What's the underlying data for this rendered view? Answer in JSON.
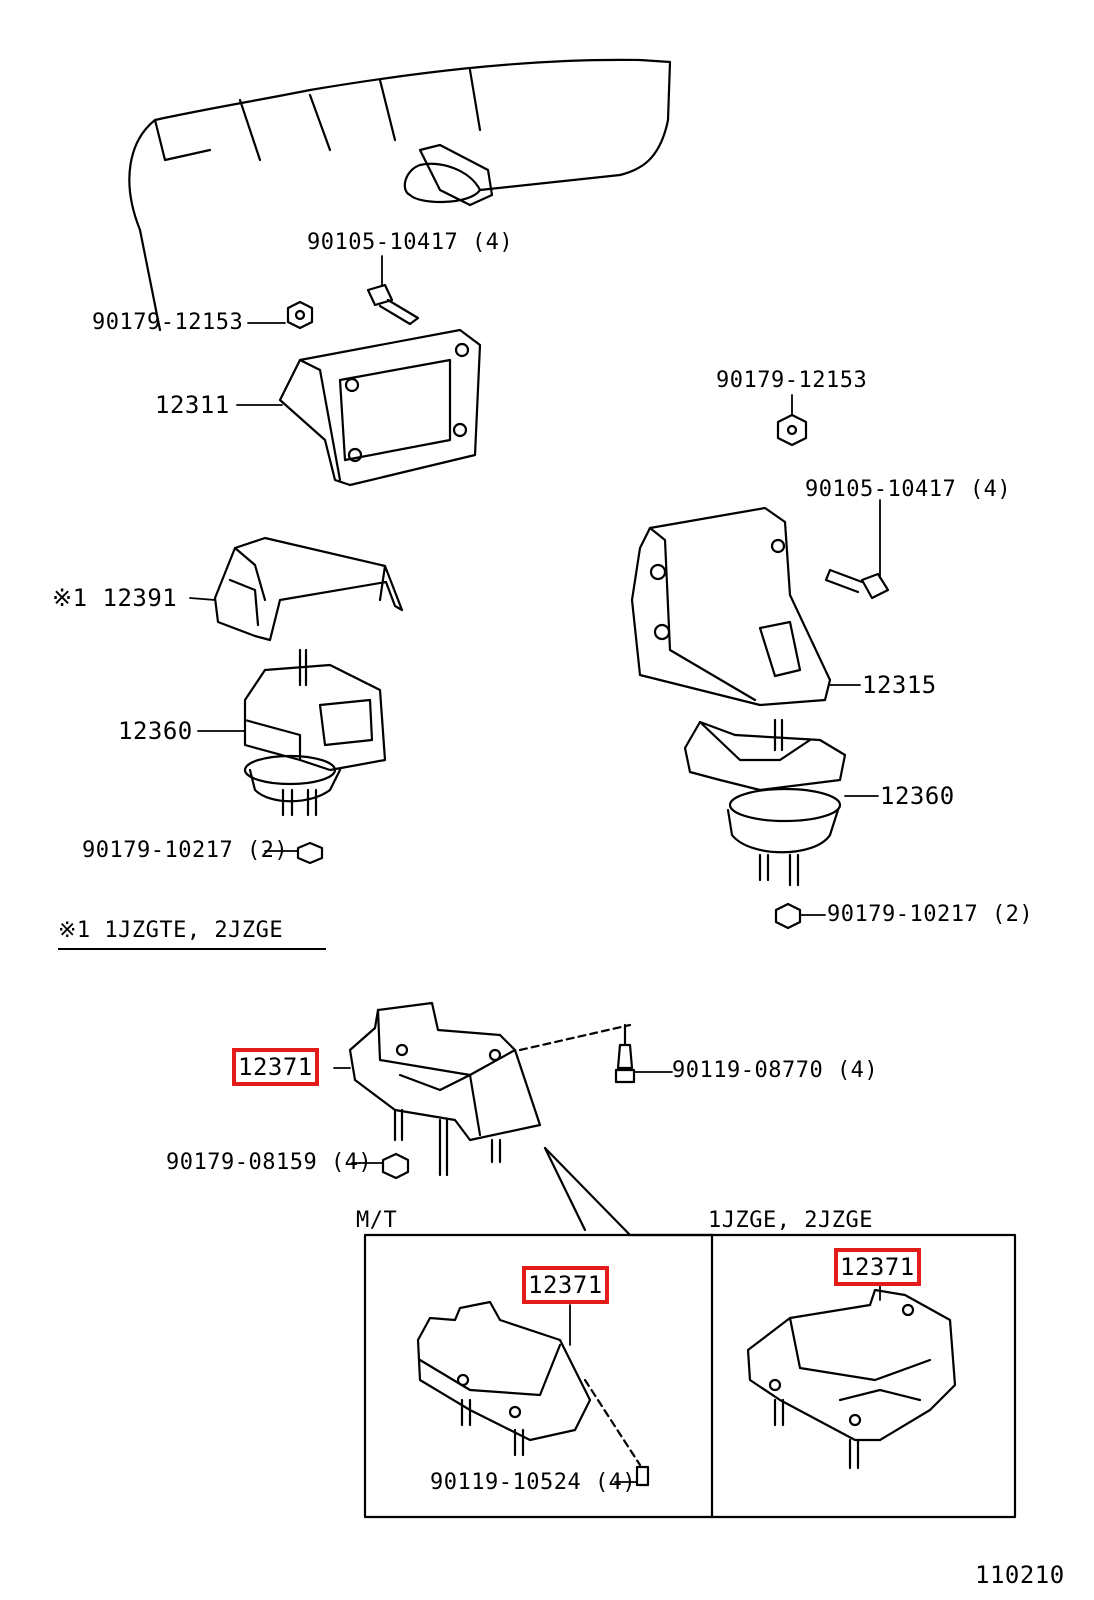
{
  "colors": {
    "highlight": "#e31b1b",
    "line": "#000000",
    "background": "#ffffff"
  },
  "note": {
    "text": "※1 1JZGTE,  2JZGE"
  },
  "figure_number": "110210",
  "parts": {
    "p1": "90105-10417 (4)",
    "p2": "90179-12153",
    "p3": "12311",
    "p4": "90179-12153",
    "p5": "90105-10417 (4)",
    "p6": "※1 12391",
    "p7": "12315",
    "p8": "12360",
    "p9": "12360",
    "p10": "90179-10217 (2)",
    "p11": "90179-10217 (2)",
    "p12": "12371",
    "p13": "90119-08770 (4)",
    "p14": "90179-08159 (4)",
    "p15": "12371",
    "p16": "12371",
    "p17": "90119-10524 (4)"
  },
  "insets": {
    "left": {
      "title": "M/T"
    },
    "right": {
      "title": "1JZGE, 2JZGE"
    }
  }
}
